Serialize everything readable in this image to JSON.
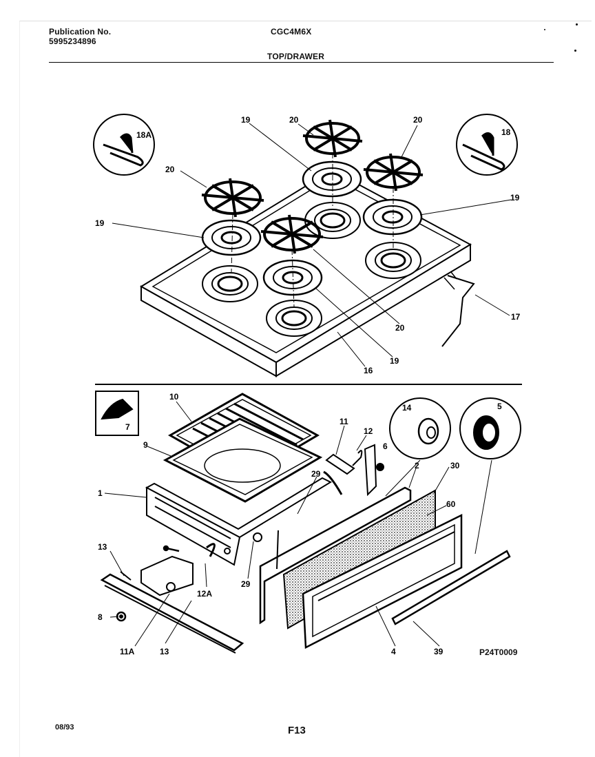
{
  "header": {
    "publication_label": "Publication No.",
    "publication_number": "5995234896",
    "model": "CGC4M6X",
    "section_title": "TOP/DRAWER"
  },
  "footer": {
    "date": "08/93",
    "page_code": "F13",
    "diagram_code": "P24T0009"
  },
  "callouts": {
    "c18A": "18A",
    "c18": "18",
    "c20a": "20",
    "c20b": "20",
    "c20c": "20",
    "c20d": "20",
    "c19a": "19",
    "c19b": "19",
    "c19c": "19",
    "c19d": "19",
    "c17": "17",
    "c16": "16",
    "c10": "10",
    "c9": "9",
    "c7": "7",
    "c1": "1",
    "c11": "11",
    "c12": "12",
    "c14": "14",
    "c5": "5",
    "c6": "6",
    "c2": "2",
    "c30": "30",
    "c29a": "29",
    "c60": "60",
    "c13a": "13",
    "c29b": "29",
    "c12A": "12A",
    "c8": "8",
    "c11A": "11A",
    "c13b": "13",
    "c4": "4",
    "c39": "39"
  }
}
